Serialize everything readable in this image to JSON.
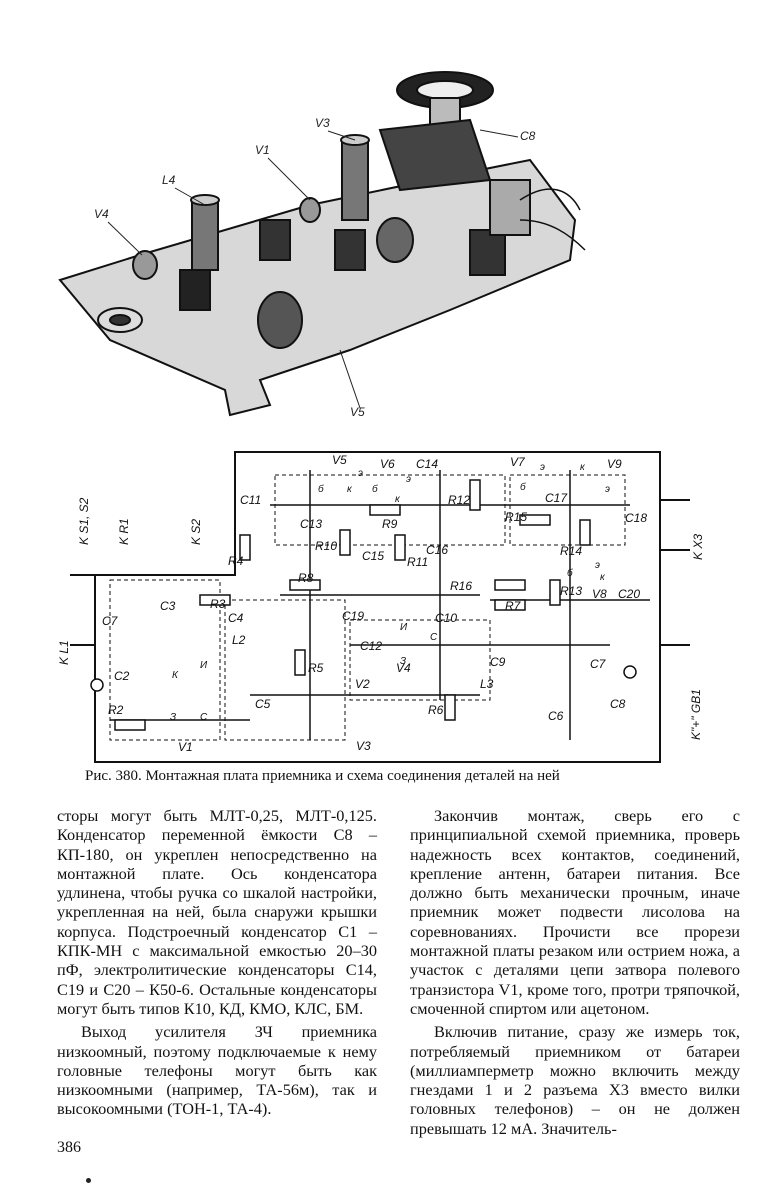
{
  "photo_labels": [
    "L4",
    "V4",
    "V1",
    "V3",
    "C8",
    "V5"
  ],
  "diagram_labels": {
    "components": [
      "V5",
      "V6",
      "C14",
      "V7",
      "V9",
      "C11",
      "R12",
      "C17",
      "C13",
      "R9",
      "R15",
      "C18",
      "R10",
      "C15",
      "C16",
      "R4",
      "R11",
      "R14",
      "V8",
      "R16",
      "R13",
      "R3",
      "C3",
      "C7",
      "R8",
      "R7",
      "C20",
      "C4",
      "C19",
      "C10",
      "L2",
      "C12",
      "C2",
      "R5",
      "C9",
      "C7",
      "V4",
      "V2",
      "L3",
      "R2",
      "C5",
      "R6",
      "C8",
      "C6",
      "V3",
      "V1"
    ],
    "connectors": [
      "K S1, S2",
      "K R1",
      "K S2",
      "K X3",
      "K L1",
      "K\"+\" GB1"
    ],
    "pins": [
      "э",
      "б",
      "к",
      "э",
      "б",
      "к",
      "э",
      "к",
      "э",
      "б",
      "к",
      "б",
      "э",
      "И",
      "С",
      "З",
      "К",
      "И",
      "С",
      "З"
    ]
  },
  "caption": "Рис. 380. Монтажная плата приемника и схема соединения деталей на ней",
  "left_column": [
    "сторы могут быть МЛТ-0,25, МЛТ-0,125. Конденсатор переменной ёмкости С8 – КП-180, он укреплен непосредственно на монтажной плате. Ось конденсатора удлинена, чтобы ручка со шкалой настройки, укрепленная на ней, была снаружи крышки корпуса. Подстроечный конденсатор С1 – КПК-МН с максимальной емкостью 20–30 пФ, электролитические конденсаторы С14, С19 и С20 – К50-6. Остальные конденсаторы могут быть типов К10, КД, КМО, КЛС, БМ.",
    "Выход усилителя ЗЧ приемника низкоомный, поэтому подключаемые к нему головные телефоны могут быть как низкоомными (например, ТА-56м), так и высокоомными (ТОН-1, ТА-4)."
  ],
  "right_column": [
    "Закончив монтаж, сверь его с принципиальной схемой приемника, проверь надежность всех контактов, соединений, крепление антенн, батареи питания. Все должно быть механически прочным, иначе приемник может подвести лисолова на соревнованиях. Прочисти все прорези монтажной платы резаком или острием ножа, а участок с деталями цепи затвора полевого транзистора V1, кроме того, протри тряпочкой, смоченной спиртом или ацетоном.",
    "Включив питание, сразу же измерь ток, потребляемый приемником от батареи (миллиамперметр можно включить между гнездами 1 и 2 разъема Х3 вместо вилки головных телефонов) – он не должен превышать 12 мА. Значитель-"
  ],
  "page_number": "386"
}
